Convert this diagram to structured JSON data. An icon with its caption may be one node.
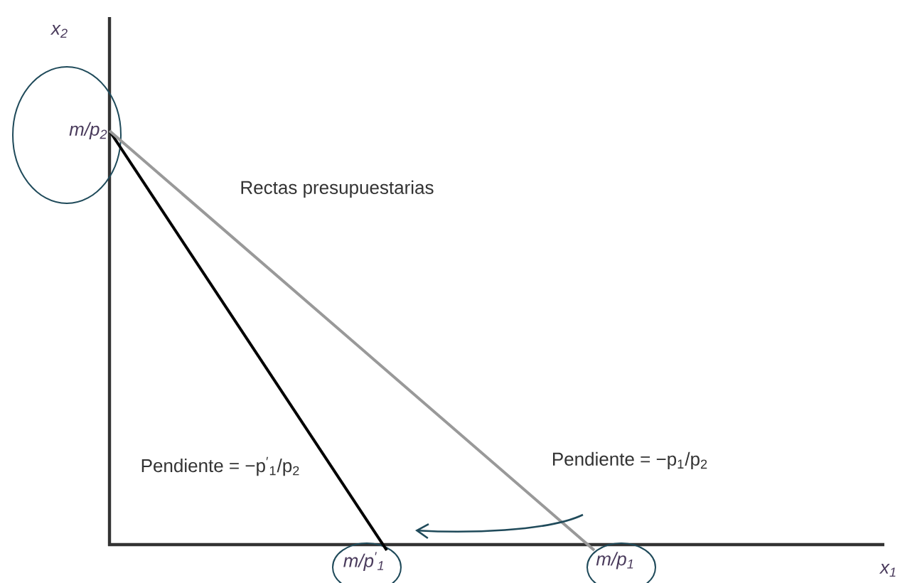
{
  "diagram": {
    "nodes": [
      {
        "text": [
          "m/p$_{2}$"
        ]
      },
      {
        "text": [
          "m/p$^{′}$$_{1}$"
        ]
      },
      {
        "text": [
          "m/p$_{1}$"
        ]
      }
    ],
    "edges": [
      {
        "from": 0,
        "to": 1,
        "arrow": "none"
      },
      {
        "from": 0,
        "to": 2,
        "arrow": "none",
        "color": "#999999"
      },
      {
        "from": 2,
        "to": 1,
        "arrow": "to",
        "color": "#1f4a5a"
      }
    ],
    "labels": [
      "x$_{2}$",
      "Rectas presupuestarias",
      "Pendiente = −p$^{′}$$_{1}$/p$_{2}$",
      "Pendiente = −p$_{1}$/p$_{2}$",
      "x$_{1}$"
    ]
  }
}
